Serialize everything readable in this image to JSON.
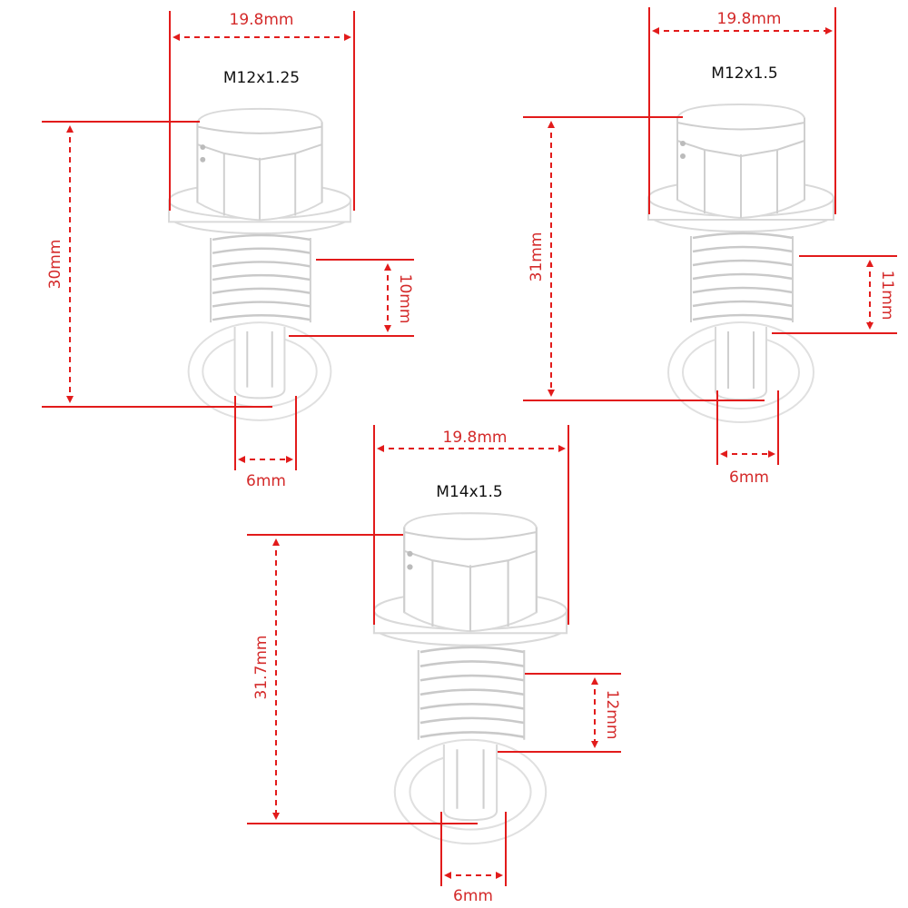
{
  "colors": {
    "dimension": "#e21b1b",
    "dimension_text": "#d42a2a",
    "size_text": "#111111",
    "outline": "#d9d9d9"
  },
  "bolts": [
    {
      "thread_spec": "M12x1.25",
      "flange_width": "19.8mm",
      "total_length": "30mm",
      "thread_length": "10mm",
      "tip_diameter": "6mm"
    },
    {
      "thread_spec": "M12x1.5",
      "flange_width": "19.8mm",
      "total_length": "31mm",
      "thread_length": "11mm",
      "tip_diameter": "6mm"
    },
    {
      "thread_spec": "M14x1.5",
      "flange_width": "19.8mm",
      "total_length": "31.7mm",
      "thread_length": "12mm",
      "tip_diameter": "6mm"
    }
  ]
}
